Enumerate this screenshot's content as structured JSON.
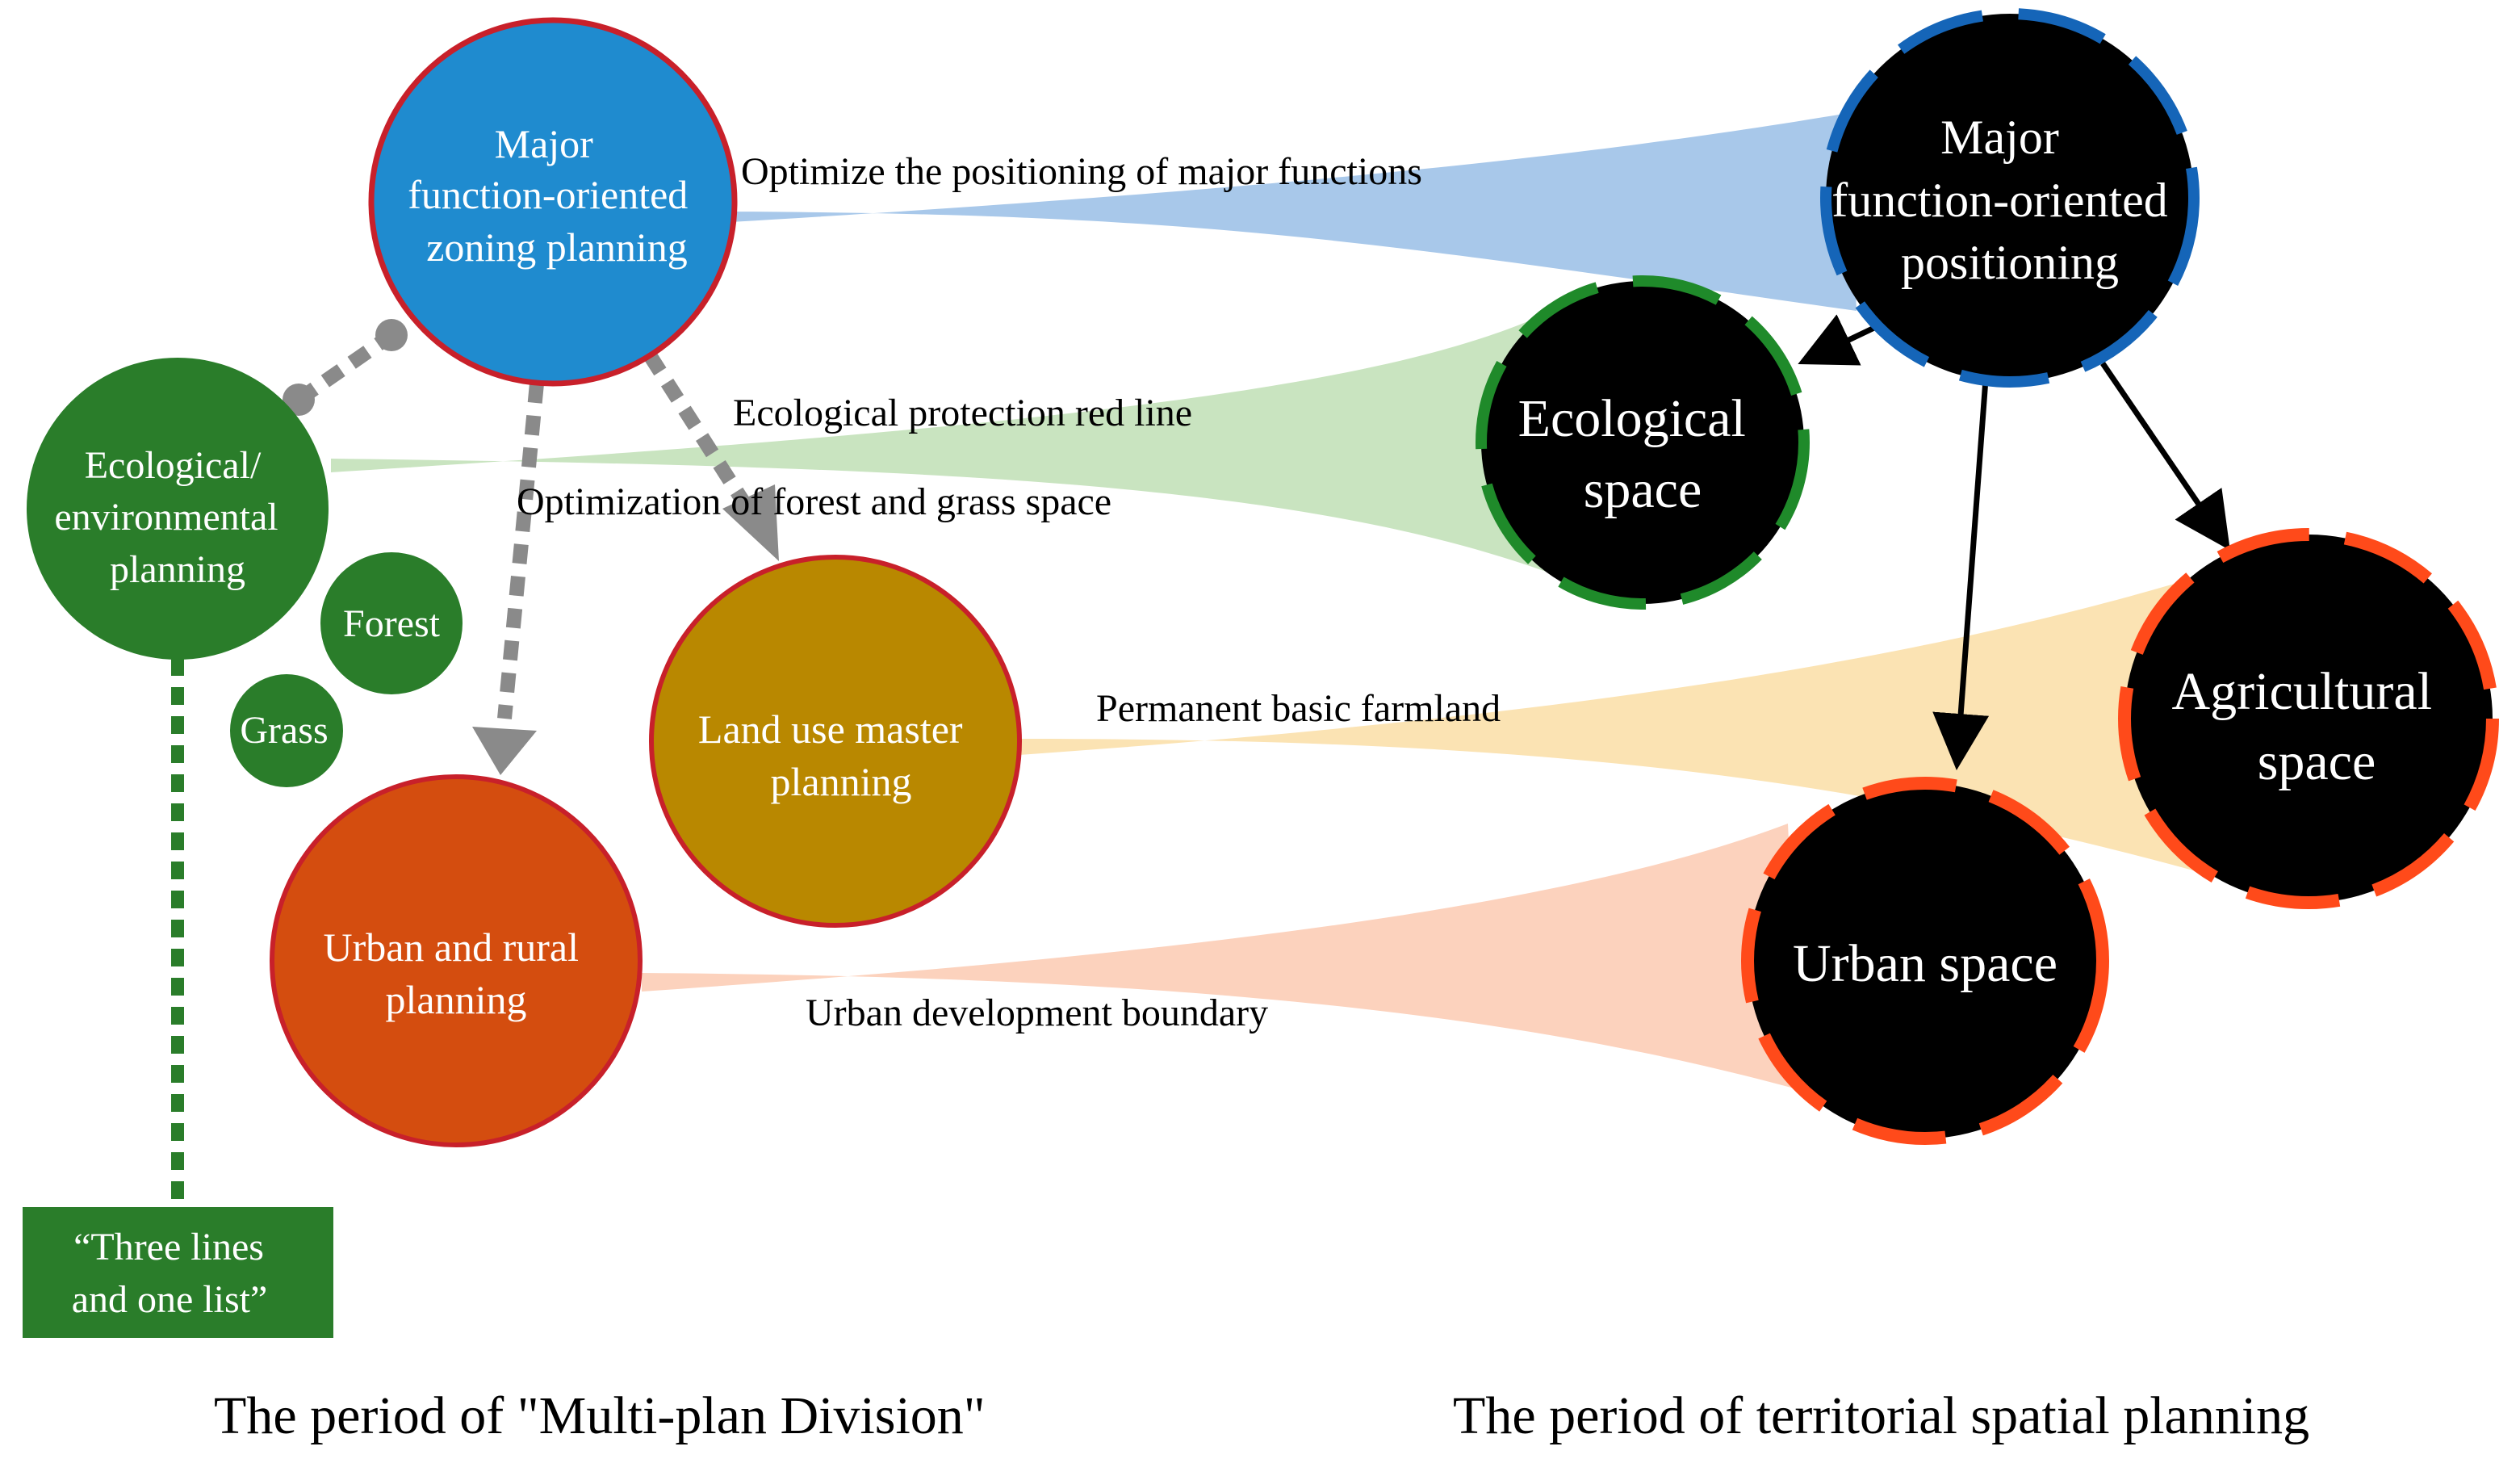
{
  "captions": {
    "left": "The period of \"Multi-plan Division\"",
    "right": "The period of territorial spatial planning"
  },
  "nodes": {
    "major_zoning": [
      "Major",
      "function-oriented",
      "zoning planning"
    ],
    "ecological_env": [
      "Ecological/",
      "environmental",
      "planning"
    ],
    "forest": "Forest",
    "grass": "Grass",
    "land_use": [
      "Land use master",
      "planning"
    ],
    "urban_rural": [
      "Urban and rural",
      "planning"
    ],
    "three_lines": [
      "“Three lines",
      "and one list”"
    ],
    "major_positioning": [
      "Major",
      "function-oriented",
      "positioning"
    ],
    "ecological_space": [
      "Ecological",
      "space"
    ],
    "agricultural_space": [
      "Agricultural",
      "space"
    ],
    "urban_space": "Urban space"
  },
  "flows": {
    "major": "Optimize the positioning of major functions",
    "eco_red": "Ecological protection red line",
    "forest_grass": "Optimization of forest and grass space",
    "farmland": "Permanent basic farmland",
    "urban_boundary": "Urban development boundary"
  },
  "colors": {
    "major_fill": "#1f8bcf",
    "eco_fill": "#2a7d2a",
    "land_fill": "#b98800",
    "urban_fill": "#d44d0f",
    "red_ring": "#c8202a",
    "blue_dash": "#1565b8",
    "green_dash": "#1f8a2a",
    "orange_dash": "#ff4a1a",
    "flow_blue": "#a8c8ea",
    "flow_green": "#c9e4c0",
    "flow_yellow": "#fbe3b3",
    "flow_peach": "#fcd2bd",
    "grey_arrow": "#8a8a8a"
  }
}
